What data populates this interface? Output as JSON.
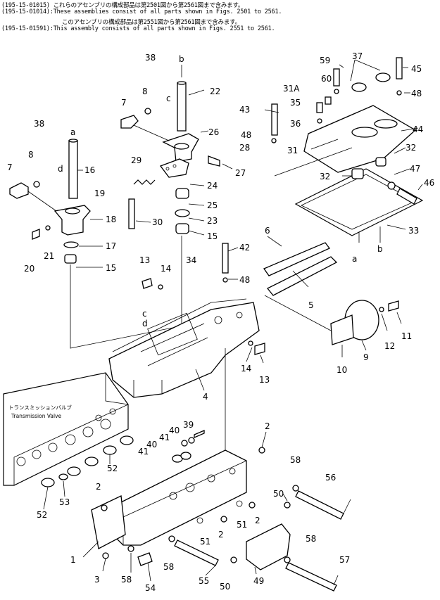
{
  "header": {
    "line1": "(195-15-01015) これらのアセンブリの構成部品は第2501図から第2561図まで含みます。",
    "line2": "(195-15-01014):These assemblies consist of all parts shown in Figs. 2501 to 2561.",
    "line3": "このアセンブリの構成部品は第2551図から第2561図まで含みます。",
    "line4": "(195-15-01591):This assembly consists of all parts shown in Figs. 2551 to 2561."
  },
  "transmission_label": {
    "jp": "トランスミッションバルブ",
    "en": "Transmission Valve"
  },
  "callouts": [
    {
      "id": "c38a",
      "text": "38"
    },
    {
      "id": "cb1",
      "text": "b"
    },
    {
      "id": "c22",
      "text": "22"
    },
    {
      "id": "c7a",
      "text": "7"
    },
    {
      "id": "c8a",
      "text": "8"
    },
    {
      "id": "cc1",
      "text": "c"
    },
    {
      "id": "c26",
      "text": "26"
    },
    {
      "id": "c28",
      "text": "28"
    },
    {
      "id": "c27",
      "text": "27"
    },
    {
      "id": "c29",
      "text": "29"
    },
    {
      "id": "c24",
      "text": "24"
    },
    {
      "id": "c25",
      "text": "25"
    },
    {
      "id": "c23",
      "text": "23"
    },
    {
      "id": "c15a",
      "text": "15"
    },
    {
      "id": "c30",
      "text": "30"
    },
    {
      "id": "c38b",
      "text": "38"
    },
    {
      "id": "ca1",
      "text": "a"
    },
    {
      "id": "c8b",
      "text": "8"
    },
    {
      "id": "c7b",
      "text": "7"
    },
    {
      "id": "cd1",
      "text": "d"
    },
    {
      "id": "c16",
      "text": "16"
    },
    {
      "id": "c19",
      "text": "19"
    },
    {
      "id": "c18",
      "text": "18"
    },
    {
      "id": "c17",
      "text": "17"
    },
    {
      "id": "c15b",
      "text": "15"
    },
    {
      "id": "c20",
      "text": "20"
    },
    {
      "id": "c21",
      "text": "21"
    },
    {
      "id": "c59",
      "text": "59"
    },
    {
      "id": "c37",
      "text": "37"
    },
    {
      "id": "c45",
      "text": "45"
    },
    {
      "id": "c60",
      "text": "60"
    },
    {
      "id": "c31A",
      "text": "31A"
    },
    {
      "id": "c48a",
      "text": "48"
    },
    {
      "id": "c35",
      "text": "35"
    },
    {
      "id": "c43",
      "text": "43"
    },
    {
      "id": "c36",
      "text": "36"
    },
    {
      "id": "c44",
      "text": "44"
    },
    {
      "id": "c48b",
      "text": "48"
    },
    {
      "id": "c31",
      "text": "31"
    },
    {
      "id": "c32a",
      "text": "32"
    },
    {
      "id": "c32b",
      "text": "32"
    },
    {
      "id": "c47",
      "text": "47"
    },
    {
      "id": "c46",
      "text": "46"
    },
    {
      "id": "c33",
      "text": "33"
    },
    {
      "id": "ca2",
      "text": "a"
    },
    {
      "id": "cb2",
      "text": "b"
    },
    {
      "id": "c6",
      "text": "6"
    },
    {
      "id": "c42",
      "text": "42"
    },
    {
      "id": "c48c",
      "text": "48"
    },
    {
      "id": "c5",
      "text": "5"
    },
    {
      "id": "c13a",
      "text": "13"
    },
    {
      "id": "c14a",
      "text": "14"
    },
    {
      "id": "c34",
      "text": "34"
    },
    {
      "id": "cc2",
      "text": "c"
    },
    {
      "id": "cd2",
      "text": "d"
    },
    {
      "id": "c11",
      "text": "11"
    },
    {
      "id": "c12",
      "text": "12"
    },
    {
      "id": "c9",
      "text": "9"
    },
    {
      "id": "c10",
      "text": "10"
    },
    {
      "id": "c14b",
      "text": "14"
    },
    {
      "id": "c13b",
      "text": "13"
    },
    {
      "id": "c4",
      "text": "4"
    },
    {
      "id": "c39",
      "text": "39"
    },
    {
      "id": "c40a",
      "text": "40"
    },
    {
      "id": "c41a",
      "text": "41"
    },
    {
      "id": "c40b",
      "text": "40"
    },
    {
      "id": "c41b",
      "text": "41"
    },
    {
      "id": "c2a",
      "text": "2"
    },
    {
      "id": "c52a",
      "text": "52"
    },
    {
      "id": "c58a",
      "text": "58"
    },
    {
      "id": "c56",
      "text": "56"
    },
    {
      "id": "c2b",
      "text": "2"
    },
    {
      "id": "c53",
      "text": "53"
    },
    {
      "id": "c52b",
      "text": "52"
    },
    {
      "id": "c50a",
      "text": "50"
    },
    {
      "id": "c2c",
      "text": "2"
    },
    {
      "id": "c51a",
      "text": "51"
    },
    {
      "id": "c2d",
      "text": "2"
    },
    {
      "id": "c51b",
      "text": "51"
    },
    {
      "id": "c1",
      "text": "1"
    },
    {
      "id": "c58b",
      "text": "58"
    },
    {
      "id": "c58c",
      "text": "58"
    },
    {
      "id": "c57",
      "text": "57"
    },
    {
      "id": "c3",
      "text": "3"
    },
    {
      "id": "c58d",
      "text": "58"
    },
    {
      "id": "c54",
      "text": "54"
    },
    {
      "id": "c55",
      "text": "55"
    },
    {
      "id": "c50b",
      "text": "50"
    },
    {
      "id": "c49",
      "text": "49"
    }
  ]
}
